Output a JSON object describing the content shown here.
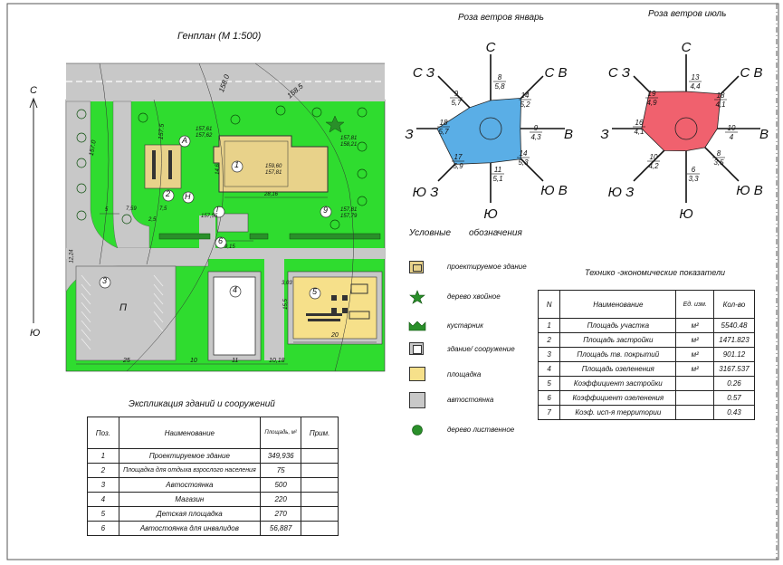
{
  "genplan": {
    "title": "Генплан (М 1:500)",
    "north": "С",
    "south": "Ю",
    "labels": {
      "zone1": "1",
      "zone2": "2",
      "zone3": "3",
      "zone4": "4",
      "zone5": "5",
      "zone6": "6",
      "zone9": "9",
      "parking_p": "П",
      "mark_a": "А",
      "mark_n": "Н",
      "mark_g": "Г",
      "elev_158_0": "158.0",
      "elev_158_5": "158.5",
      "elev_157_0": "157.0",
      "elev_157_5": "157.5",
      "dim_25": "25",
      "dim_10": "10",
      "dim_11": "11",
      "dim_10_18": "10,18",
      "dim_20": "20",
      "dim_9_15": "9,15",
      "dim_7_5": "7,5",
      "dim_7_59": "7,59",
      "dim_2_5": "2,5",
      "dim_5": "5",
      "dim_12_24": "12,24",
      "dim_14_6": "14,6",
      "dim_28_16": "28,16",
      "dim_15_5": "15,5",
      "dim_3_03": "3,03",
      "spot_a": "157,61",
      "spot_b": "157,62",
      "spot_c": "157,81",
      "spot_d": "158,21",
      "spot_e": "157,81",
      "spot_f": "157,79",
      "spot_g": "157,55",
      "building_level": "159,60",
      "building_level2": "157,81"
    }
  },
  "rose_jan": {
    "title": "Роза ветров январь",
    "dirs": {
      "n": "С",
      "ne": "С В",
      "e": "В",
      "se": "Ю В",
      "s": "Ю",
      "sw": "Ю З",
      "w": "З",
      "nw": "С З"
    },
    "values": [
      {
        "dir": "С",
        "num": "8",
        "den": "5,8",
        "r": 0.38
      },
      {
        "dir": "СВ",
        "num": "14",
        "den": "5,2",
        "r": 0.58
      },
      {
        "dir": "В",
        "num": "9",
        "den": "4,3",
        "r": 0.4
      },
      {
        "dir": "ЮВ",
        "num": "14",
        "den": "5,3",
        "r": 0.58
      },
      {
        "dir": "Ю",
        "num": "11",
        "den": "5,1",
        "r": 0.46
      },
      {
        "dir": "ЮЗ",
        "num": "17",
        "den": "5,9",
        "r": 0.68
      },
      {
        "dir": "З",
        "num": "18",
        "den": "5,7",
        "r": 0.72
      },
      {
        "dir": "СЗ",
        "num": "9",
        "den": "5,7",
        "r": 0.4
      }
    ],
    "color": "#5aaee6"
  },
  "rose_jul": {
    "title": "Роза ветров июль",
    "dirs": {
      "n": "С",
      "ne": "С В",
      "e": "В",
      "se": "Ю В",
      "s": "Ю",
      "sw": "Ю З",
      "w": "З",
      "nw": "С З"
    },
    "values": [
      {
        "dir": "С",
        "num": "13",
        "den": "4,4",
        "r": 0.5
      },
      {
        "dir": "СВ",
        "num": "18",
        "den": "4,1",
        "r": 0.66
      },
      {
        "dir": "В",
        "num": "10",
        "den": "4",
        "r": 0.42
      },
      {
        "dir": "ЮВ",
        "num": "8",
        "den": "3,5",
        "r": 0.36
      },
      {
        "dir": "Ю",
        "num": "6",
        "den": "3,3",
        "r": 0.3
      },
      {
        "dir": "ЮЗ",
        "num": "10",
        "den": "4,2",
        "r": 0.42
      },
      {
        "dir": "З",
        "num": "16",
        "den": "4,1",
        "r": 0.6
      },
      {
        "dir": "СЗ",
        "num": "19",
        "den": "4,9",
        "r": 0.7
      }
    ],
    "color": "#f0616e"
  },
  "legend": {
    "title_a": "Условные",
    "title_b": "обозначения",
    "items": [
      {
        "label": "проектируемое здание",
        "color": "#e8d28a"
      },
      {
        "label": "дерево хвойное",
        "color": "#2f9e44"
      },
      {
        "label": "кустарник",
        "color": "#2f9e44"
      },
      {
        "label": "здание/ сооружение",
        "color": "#ffffff"
      },
      {
        "label": "площадка",
        "color": "#f6e08a"
      },
      {
        "label": "автостоянка",
        "color": "#c8c8c8"
      },
      {
        "label": "дерево лиственное",
        "color": "#2f9e44"
      }
    ]
  },
  "tep": {
    "title": "Технико -экономические показатели",
    "headers": [
      "N",
      "Наименование",
      "Ед. изм.",
      "Кол-во"
    ],
    "rows": [
      [
        "1",
        "Площадь участка",
        "м²",
        "5540.48"
      ],
      [
        "2",
        "Площадь застройки",
        "м²",
        "1471.823"
      ],
      [
        "3",
        "Площадь тв. покрытий",
        "м²",
        "901.12"
      ],
      [
        "4",
        "Площадь озеленения",
        "м²",
        "3167.537"
      ],
      [
        "5",
        "Коэффициент застройки",
        "",
        "0.26"
      ],
      [
        "6",
        "Коэффициент озеленения",
        "",
        "0.57"
      ],
      [
        "7",
        "Коэф. исп-я территории",
        "",
        "0.43"
      ]
    ]
  },
  "explication": {
    "title": "Экспликация зданий и сооружений",
    "headers": [
      "Поз.",
      "Наименование",
      "Площадь, м²",
      "Прим."
    ],
    "rows": [
      [
        "1",
        "Проектируемое здание",
        "349,936",
        ""
      ],
      [
        "2",
        "Площадка для отдыха взрослого населения",
        "75",
        ""
      ],
      [
        "3",
        "Автостоянка",
        "500",
        ""
      ],
      [
        "4",
        "Магазин",
        "220",
        ""
      ],
      [
        "5",
        "Детская площадка",
        "270",
        ""
      ],
      [
        "6",
        "Автостоянка для инвалидов",
        "56,887",
        ""
      ]
    ]
  }
}
